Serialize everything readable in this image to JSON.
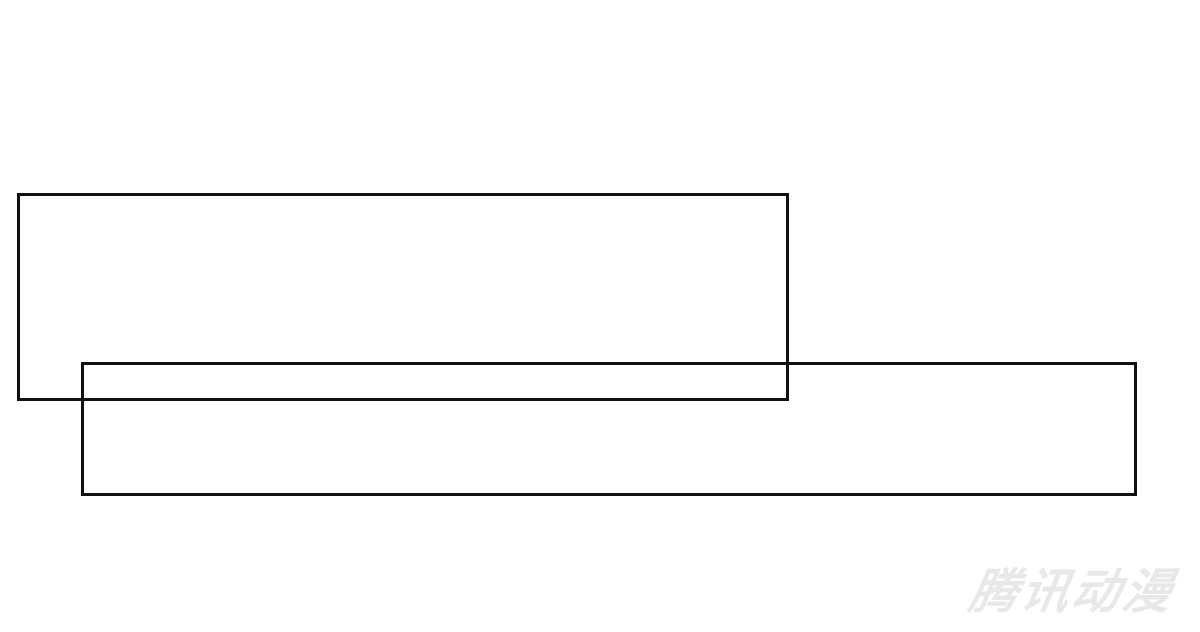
{
  "page": {
    "kind": "comic-page",
    "background_color": "#ffffff",
    "panel_border_color": "#111111"
  },
  "panels": [
    {
      "id": "top-panel",
      "content": ""
    },
    {
      "id": "bottom-panel",
      "content": ""
    }
  ],
  "watermark": {
    "text": "腾讯动漫",
    "color": "#e8e8e8"
  }
}
